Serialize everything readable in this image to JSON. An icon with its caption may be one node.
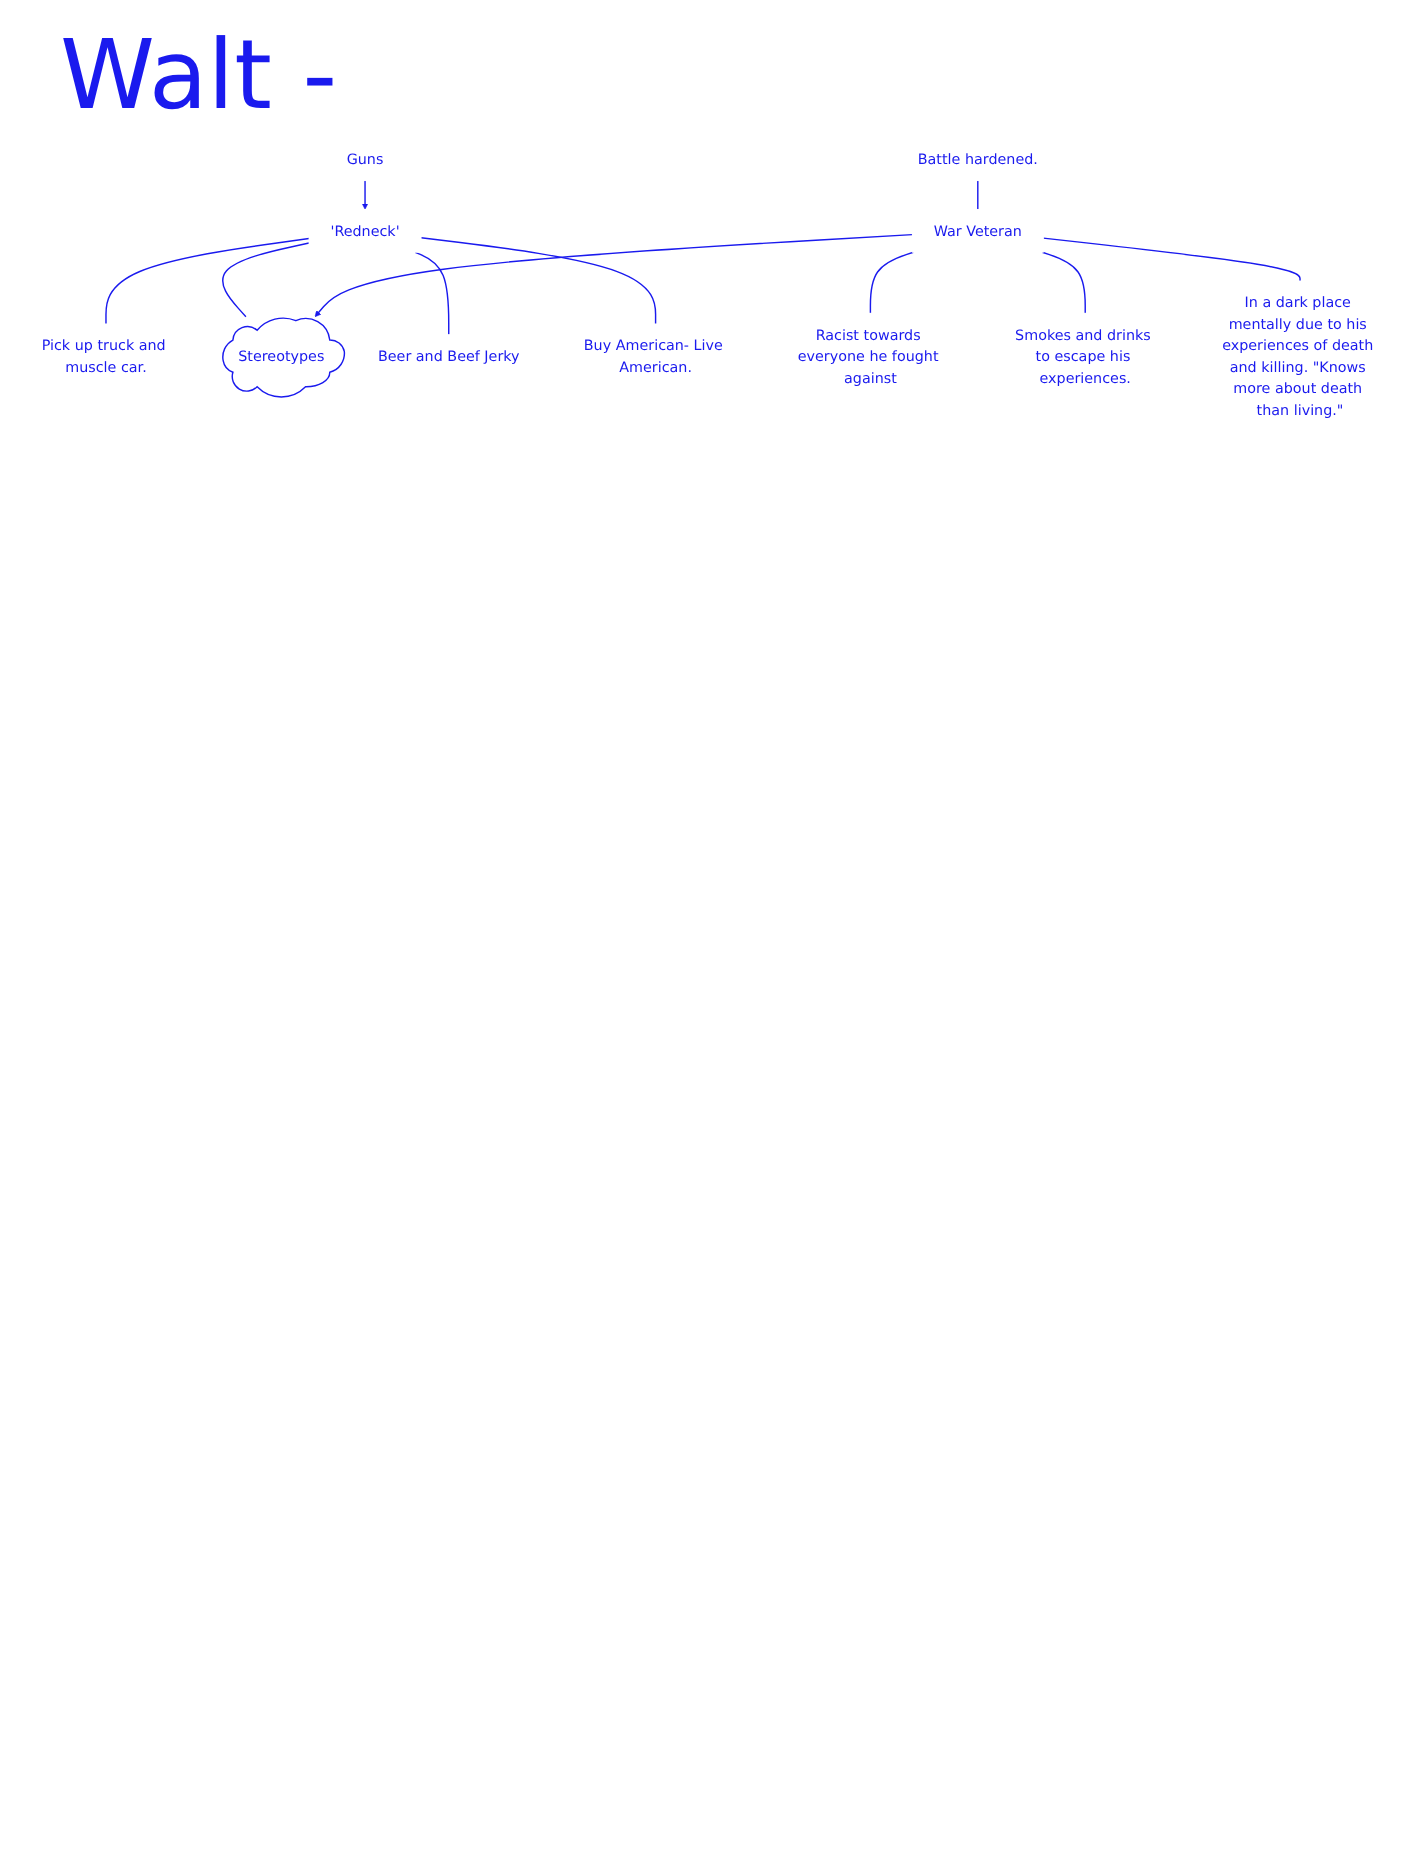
{
  "diagram": {
    "title": "Walt -",
    "nodes": [
      {
        "text": [
          "Guns"
        ]
      },
      {
        "text": [
          "Pick up truck and muscle car."
        ]
      },
      {
        "text": [
          "'Redneck'"
        ]
      },
      {
        "text": [
          "Stereotypes"
        ]
      },
      {
        "text": [
          "Battle hardened."
        ]
      },
      {
        "text": [
          "War Veteran"
        ]
      },
      {
        "text": [
          "Racist towards everyone he fought against"
        ]
      },
      {
        "text": [
          "Beer and Beef Jerky"
        ]
      },
      {
        "text": [
          "Buy American- Live American."
        ]
      },
      {
        "text": [
          "Smokes and drinks to escape his experiences."
        ]
      },
      {
        "text": [
          "In a dark place mentally due to his experiences of death and killing. \"Knows more about death than living.\""
        ]
      }
    ],
    "edges": [
      {
        "from": 0,
        "to": 2,
        "arrow": "to"
      },
      {
        "from": 2,
        "to": 1,
        "arrow": "none"
      },
      {
        "from": 2,
        "to": 3,
        "arrow": "none"
      },
      {
        "from": 2,
        "to": 7,
        "arrow": "none"
      },
      {
        "from": 2,
        "to": 8,
        "arrow": "none"
      },
      {
        "from": 4,
        "to": 5,
        "arrow": "none"
      },
      {
        "from": 5,
        "to": 3,
        "arrow": "to"
      },
      {
        "from": 5,
        "to": 6,
        "arrow": "none"
      },
      {
        "from": 5,
        "to": 9,
        "arrow": "none"
      },
      {
        "from": 5,
        "to": 10,
        "arrow": "none"
      }
    ]
  }
}
